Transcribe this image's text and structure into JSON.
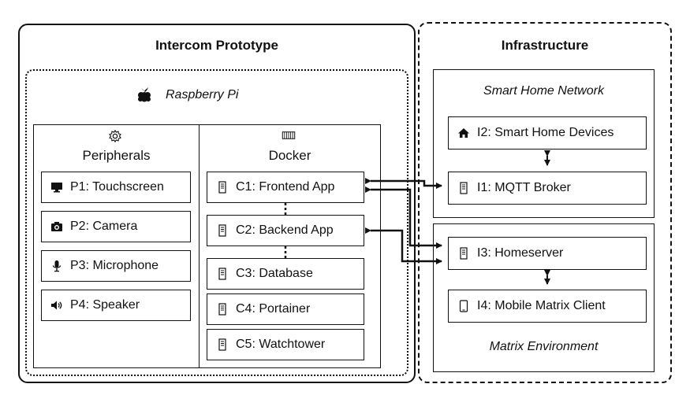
{
  "prototype": {
    "title": "Intercom Prototype",
    "raspberry_label": "Raspberry Pi",
    "peripherals": {
      "title": "Peripherals",
      "items": [
        {
          "label": "P1: Touchscreen",
          "icon": "monitor-icon"
        },
        {
          "label": "P2: Camera",
          "icon": "camera-icon"
        },
        {
          "label": "P3: Microphone",
          "icon": "microphone-icon"
        },
        {
          "label": "P4: Speaker",
          "icon": "speaker-icon"
        }
      ]
    },
    "docker": {
      "title": "Docker",
      "items": [
        {
          "label": "C1: Frontend App",
          "icon": "server-icon"
        },
        {
          "label": "C2: Backend App",
          "icon": "server-icon"
        },
        {
          "label": "C3: Database",
          "icon": "server-icon"
        },
        {
          "label": "C4: Portainer",
          "icon": "server-icon"
        },
        {
          "label": "C5: Watchtower",
          "icon": "server-icon"
        }
      ]
    }
  },
  "infrastructure": {
    "title": "Infrastructure",
    "smart_home": {
      "title": "Smart Home Network",
      "devices_label": "I2: Smart Home Devices",
      "broker_label": "I1: MQTT Broker"
    },
    "matrix": {
      "title": "Matrix Environment",
      "homeserver_label": "I3: Homeserver",
      "client_label": "I4: Mobile Matrix Client"
    }
  }
}
